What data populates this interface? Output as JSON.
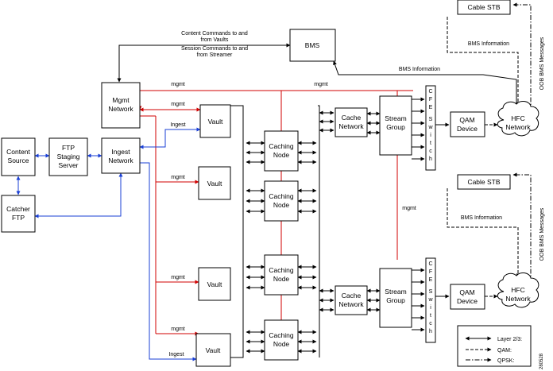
{
  "labels": {
    "bms": "BMS",
    "mgmt_network": [
      "Mgmt",
      "Network"
    ],
    "content_source": [
      "Content",
      "Source"
    ],
    "ftp_staging": [
      "FTP",
      "Staging",
      "Server"
    ],
    "ingest_network": [
      "Ingest",
      "Network"
    ],
    "catcher_ftp": [
      "Catcher",
      "FTP"
    ],
    "vault": "Vault",
    "caching_node": [
      "Caching",
      "Node"
    ],
    "cache_network": [
      "Cache",
      "Network"
    ],
    "stream_group": [
      "Stream",
      "Group"
    ],
    "cfe_switch": [
      "C",
      "F",
      "E",
      "S",
      "w",
      "i",
      "t",
      "c",
      "h"
    ],
    "qam_device": [
      "QAM",
      "Device"
    ],
    "hfc_network": [
      "HFC",
      "Network"
    ],
    "cable_stb": "Cable STB"
  },
  "annotations": {
    "content_commands": [
      "Content Commands to and",
      "from Vaults"
    ],
    "session_commands": [
      "Session Commands to and",
      "from Streamer"
    ],
    "bms_information": "BMS Information",
    "oob_bms_messages": "OOB BMS Messages",
    "mgmt": "mgmt",
    "ingest": "Ingest",
    "figure_id": "280528"
  },
  "legend": {
    "items": [
      "Layer 2/3:",
      "QAM:",
      "QPSK:"
    ]
  },
  "colors": {
    "management_link": "#d00000",
    "ingest_link": "#1a3fd6",
    "layer23_link": "#000000"
  }
}
